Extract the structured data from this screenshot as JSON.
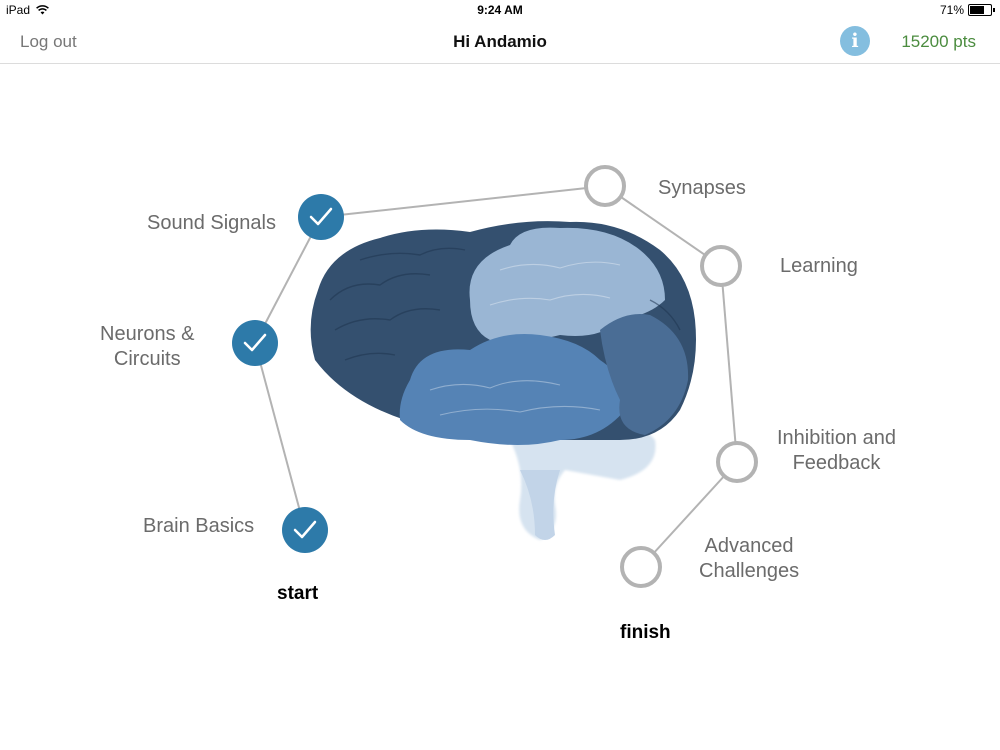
{
  "status_bar": {
    "device": "iPad",
    "time": "9:24 AM",
    "battery": "71%",
    "battery_level": 0.71
  },
  "nav": {
    "logout": "Log out",
    "title": "Hi Andamio",
    "info_icon": "info-icon",
    "info_glyph": "i",
    "points": "15200 pts"
  },
  "colors": {
    "completed": "#2d7aa9",
    "incomplete": "#b3b3b3",
    "points": "#4b8c3f",
    "info": "#84bedf"
  },
  "modules": [
    {
      "label": "Brain Basics",
      "status": "completed"
    },
    {
      "label_line1": "Neurons &",
      "label_line2": "Circuits",
      "status": "completed"
    },
    {
      "label": "Sound Signals",
      "status": "completed"
    },
    {
      "label": "Synapses",
      "status": "incomplete"
    },
    {
      "label": "Learning",
      "status": "incomplete"
    },
    {
      "label_line1": "Inhibition and",
      "label_line2": "Feedback",
      "status": "incomplete"
    },
    {
      "label_line1": "Advanced",
      "label_line2": "Challenges",
      "status": "incomplete"
    }
  ],
  "start_label": "start",
  "finish_label": "finish"
}
